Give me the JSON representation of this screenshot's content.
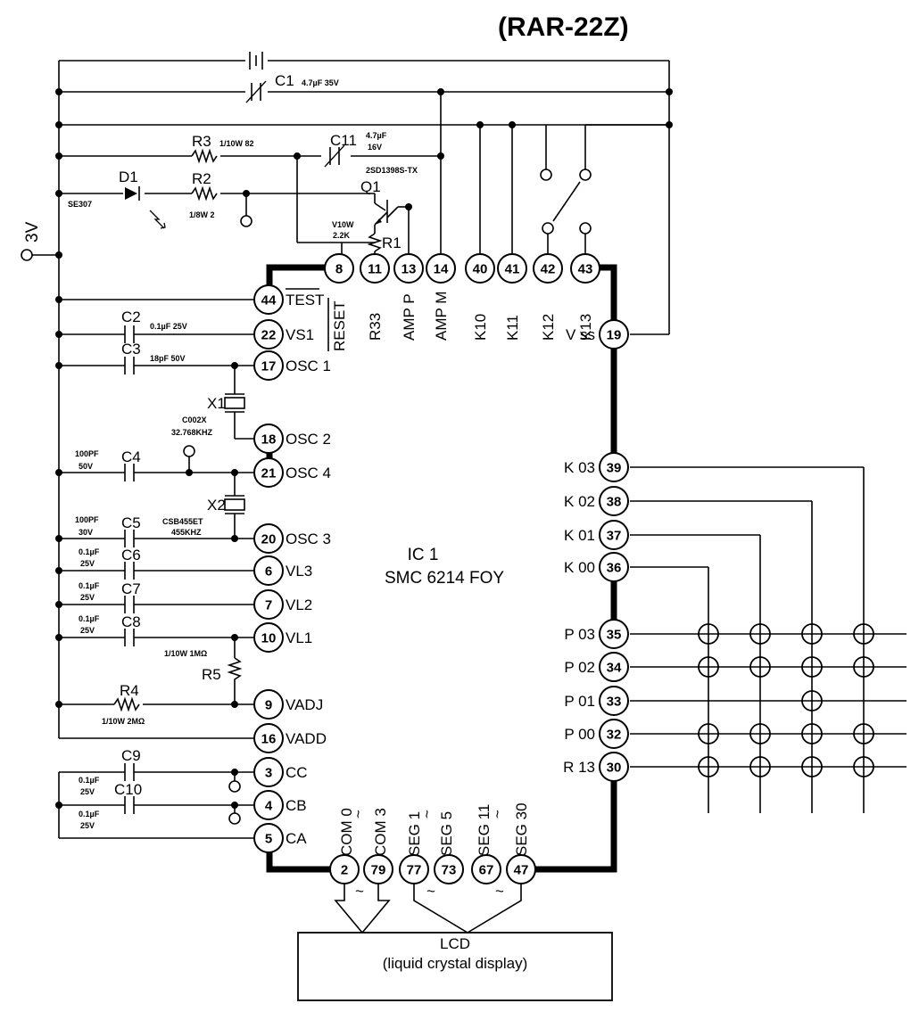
{
  "title": "(RAR-22Z)",
  "supply": "3V",
  "ic": {
    "ref": "IC 1",
    "part": "SMC 6214 FOY"
  },
  "lcd": {
    "title": "LCD",
    "subtitle": "(liquid crystal display)"
  },
  "top_pins": [
    {
      "num": "8",
      "name": "RESET"
    },
    {
      "num": "11",
      "name": "R33"
    },
    {
      "num": "13",
      "name": "AMP P"
    },
    {
      "num": "14",
      "name": "AMP M"
    },
    {
      "num": "40",
      "name": "K10"
    },
    {
      "num": "41",
      "name": "K11"
    },
    {
      "num": "42",
      "name": "K12"
    },
    {
      "num": "43",
      "name": "K13"
    }
  ],
  "left_pins": [
    {
      "num": "44",
      "name": "TEST"
    },
    {
      "num": "22",
      "name": "VS1"
    },
    {
      "num": "17",
      "name": "OSC 1"
    },
    {
      "num": "18",
      "name": "OSC 2"
    },
    {
      "num": "21",
      "name": "OSC 4"
    },
    {
      "num": "20",
      "name": "OSC 3"
    },
    {
      "num": "6",
      "name": "VL3"
    },
    {
      "num": "7",
      "name": "VL2"
    },
    {
      "num": "10",
      "name": "VL1"
    },
    {
      "num": "9",
      "name": "VADJ"
    },
    {
      "num": "16",
      "name": "VADD"
    },
    {
      "num": "3",
      "name": "CC"
    },
    {
      "num": "4",
      "name": "CB"
    },
    {
      "num": "5",
      "name": "CA"
    }
  ],
  "right_pins": [
    {
      "num": "19",
      "name": "V ss"
    },
    {
      "num": "39",
      "name": "K 03"
    },
    {
      "num": "38",
      "name": "K 02"
    },
    {
      "num": "37",
      "name": "K 01"
    },
    {
      "num": "36",
      "name": "K 00"
    },
    {
      "num": "35",
      "name": "P 03"
    },
    {
      "num": "34",
      "name": "P 02"
    },
    {
      "num": "33",
      "name": "P 01"
    },
    {
      "num": "32",
      "name": "P 00"
    },
    {
      "num": "30",
      "name": "R 13"
    }
  ],
  "bottom_pins": [
    {
      "num": "2"
    },
    {
      "num": "79"
    },
    {
      "num": "77"
    },
    {
      "num": "73"
    },
    {
      "num": "67"
    },
    {
      "num": "47"
    }
  ],
  "bottom_labels": {
    "com0": "COM 0",
    "com3": "COM 3",
    "seg1": "SEG 1",
    "seg5": "SEG 5",
    "seg11": "SEG 11",
    "seg30": "SEG 30",
    "tilde": "~"
  },
  "components": {
    "c1": {
      "ref": "C1",
      "value": "4.7µF 35V"
    },
    "c11": {
      "ref": "C11",
      "value1": "4.7µF",
      "value2": "16V"
    },
    "r3": {
      "ref": "R3",
      "value": "1/10W 82"
    },
    "r2": {
      "ref": "R2",
      "value": "1/8W 2"
    },
    "d1": {
      "ref": "D1",
      "value": "SE307"
    },
    "q1": {
      "ref": "Q1",
      "value": "2SD1398S-TX"
    },
    "r1": {
      "ref": "R1",
      "value1": "V10W",
      "value2": "2.2K"
    },
    "c2": {
      "ref": "C2",
      "value": "0.1µF 25V"
    },
    "c3": {
      "ref": "C3",
      "value": "18pF 50V"
    },
    "x1": {
      "ref": "X1",
      "value1": "C002X",
      "value2": "32.768KHZ"
    },
    "c4": {
      "ref": "C4",
      "value1": "100PF",
      "value2": "50V"
    },
    "x2": {
      "ref": "X2",
      "value1": "CSB455ET",
      "value2": "455KHZ"
    },
    "c5": {
      "ref": "C5",
      "value1": "100PF",
      "value2": "30V"
    },
    "c6": {
      "ref": "C6",
      "value1": "0.1µF",
      "value2": "25V"
    },
    "c7": {
      "ref": "C7",
      "value1": "0.1µF",
      "value2": "25V"
    },
    "c8": {
      "ref": "C8",
      "value1": "0.1µF",
      "value2": "25V"
    },
    "r5": {
      "ref": "R5",
      "value": "1/10W 1MΩ"
    },
    "r4": {
      "ref": "R4",
      "value": "1/10W 2MΩ"
    },
    "c9": {
      "ref": "C9",
      "value1": "0.1µF",
      "value2": "25V"
    },
    "c10": {
      "ref": "C10",
      "value1": "0.1µF",
      "value2": "25V"
    }
  }
}
